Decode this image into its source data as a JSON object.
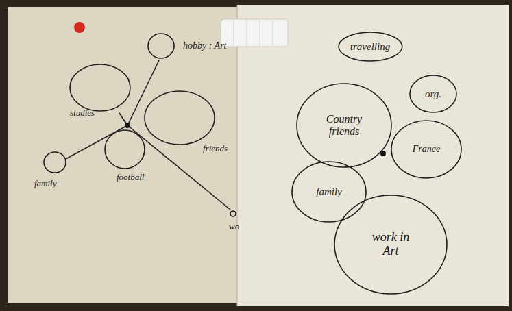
{
  "diagram": {
    "nodes": [
      {
        "text": [
          "hobby : Art"
        ]
      },
      {
        "text": [
          "studies"
        ]
      },
      {
        "text": [
          "friends"
        ]
      },
      {
        "text": [
          "football"
        ]
      },
      {
        "text": [
          "family"
        ]
      },
      {
        "text": [
          "wo"
        ]
      },
      {
        "text": [
          "travelling"
        ]
      },
      {
        "text": [
          "org."
        ]
      },
      {
        "text": [
          "Country friends"
        ]
      },
      {
        "text": [
          "France"
        ]
      },
      {
        "text": [
          "family"
        ]
      },
      {
        "text": [
          "work in Art"
        ]
      }
    ]
  }
}
